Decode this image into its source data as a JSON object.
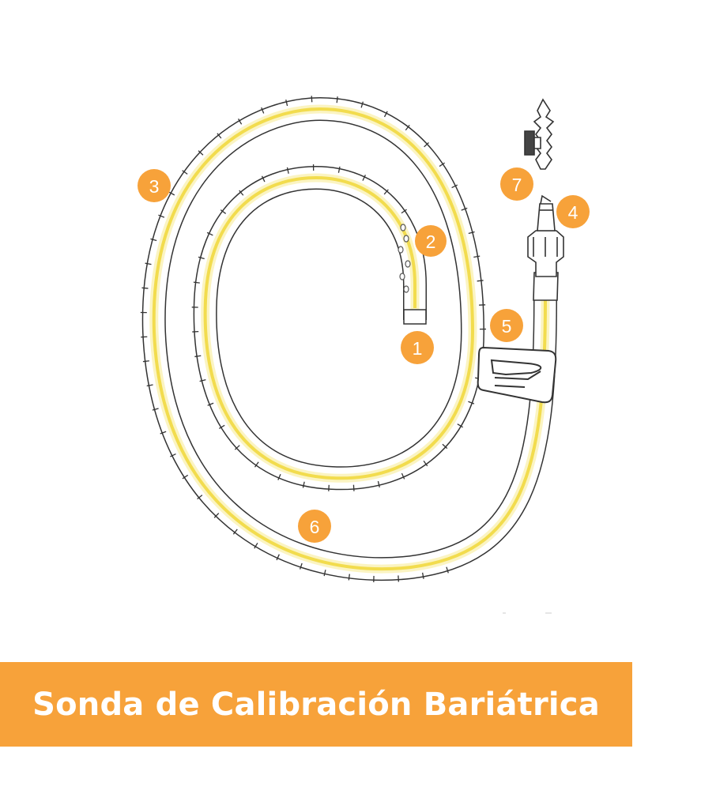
{
  "title": "Sonda de Calibración Bariátrica",
  "colors": {
    "accent": "#F7A23A",
    "tube_outline": "#333333",
    "tube_core": "#F2DC4E",
    "tube_glow": "#FBF4C2",
    "badge_text": "#FFFFFF"
  },
  "callouts": [
    {
      "id": "tip",
      "label": "1"
    },
    {
      "id": "side-holes",
      "label": "2"
    },
    {
      "id": "graduation-marks",
      "label": "3"
    },
    {
      "id": "connector",
      "label": "4"
    },
    {
      "id": "clamp",
      "label": "5"
    },
    {
      "id": "tube-body",
      "label": "6"
    },
    {
      "id": "stopcock",
      "label": "7"
    }
  ]
}
